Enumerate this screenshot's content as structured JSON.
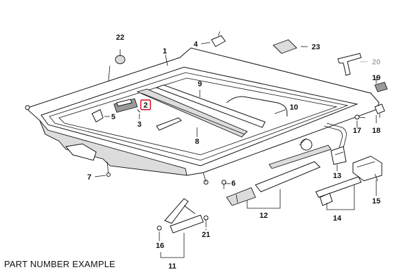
{
  "footer_text": "PART NUMBER EXAMPLE",
  "highlight_color": "#d0021b",
  "callouts": {
    "c1": "1",
    "c2": "2",
    "c3": "3",
    "c4": "4",
    "c5": "5",
    "c6": "6",
    "c7": "7",
    "c8": "8",
    "c9": "9",
    "c10": "10",
    "c11": "11",
    "c12": "12",
    "c13": "13",
    "c14": "14",
    "c15": "15",
    "c16": "16",
    "c17": "17",
    "c18": "18",
    "c19": "19",
    "c20": "20",
    "c21": "21",
    "c22": "22",
    "c23": "23"
  },
  "highlighted_callout": "2",
  "dimmed_callout": "20"
}
